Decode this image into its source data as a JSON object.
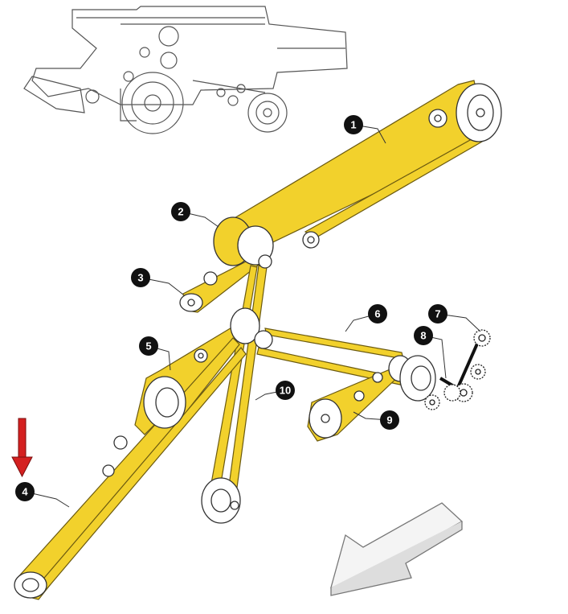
{
  "colors": {
    "belt": "#f2d12c",
    "belt_edge": "#6b5a10",
    "callout": "#111111",
    "indicator_arrow": "#d42020",
    "line_art": "#555555"
  },
  "callouts": {
    "c1": "1",
    "c2": "2",
    "c3": "3",
    "c4": "4",
    "c5": "5",
    "c6": "6",
    "c7": "7",
    "c8": "8",
    "c9": "9",
    "c10": "10"
  },
  "icons": {
    "indicator": "red-down-arrow",
    "direction": "outline-arrow-pointing-down-left"
  }
}
